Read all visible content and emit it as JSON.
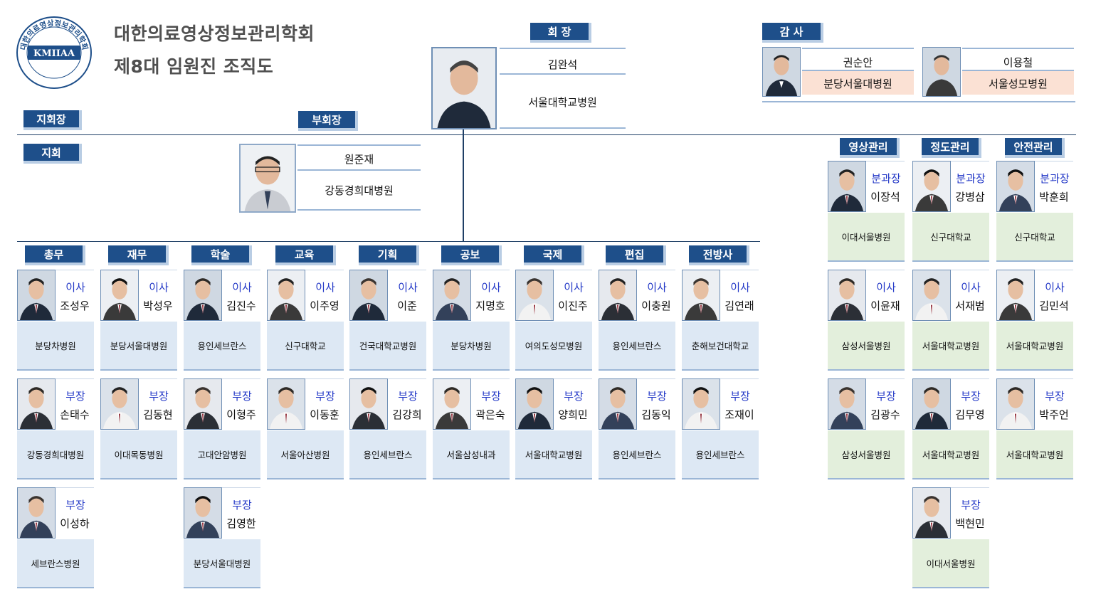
{
  "logo": {
    "ring_text": "대한의료영상정보관리학회",
    "abbr": "KMIIAA"
  },
  "title": {
    "line1": "대한의료영상정보관리학회",
    "line2": "제8대 임원진 조직도"
  },
  "colors": {
    "section_header": "#1e4f8a",
    "line": "#1f3f66",
    "role_text": "#2338c7",
    "org_blue": "#dde8f4",
    "org_green": "#e3efdc",
    "org_pink": "#fbe1d4"
  },
  "president": {
    "section": "회 장",
    "name": "김완석",
    "org": "서울대학교병원"
  },
  "auditors": {
    "section": "감 사",
    "members": [
      {
        "name": "권순안",
        "org": "분당서울대병원"
      },
      {
        "name": "이용철",
        "org": "서울성모병원"
      }
    ]
  },
  "branch_chief": {
    "section": "지회장"
  },
  "branch": {
    "section": "지회"
  },
  "vice_president": {
    "section": "부회장",
    "name": "원준재",
    "org": "강동경희대병원"
  },
  "departments": [
    {
      "name": "총무",
      "members": [
        {
          "role": "이사",
          "name": "조성우",
          "org": "분당차병원"
        },
        {
          "role": "부장",
          "name": "손태수",
          "org": "강동경희대병원"
        },
        {
          "role": "부장",
          "name": "이성하",
          "org": "세브란스병원"
        }
      ]
    },
    {
      "name": "재무",
      "members": [
        {
          "role": "이사",
          "name": "박성우",
          "org": "분당서울대병원"
        },
        {
          "role": "부장",
          "name": "김동현",
          "org": "이대목동병원"
        }
      ]
    },
    {
      "name": "학술",
      "members": [
        {
          "role": "이사",
          "name": "김진수",
          "org": "용인세브란스"
        },
        {
          "role": "부장",
          "name": "이형주",
          "org": "고대안암병원"
        },
        {
          "role": "부장",
          "name": "김영한",
          "org": "분당서울대병원"
        }
      ]
    },
    {
      "name": "교육",
      "members": [
        {
          "role": "이사",
          "name": "이주영",
          "org": "신구대학교"
        },
        {
          "role": "부장",
          "name": "이동훈",
          "org": "서울아산병원"
        }
      ]
    },
    {
      "name": "기획",
      "members": [
        {
          "role": "이사",
          "name": "이준",
          "org": "건국대학교병원"
        },
        {
          "role": "부장",
          "name": "김강희",
          "org": "용인세브란스"
        }
      ]
    },
    {
      "name": "공보",
      "members": [
        {
          "role": "이사",
          "name": "지명호",
          "org": "분당차병원"
        },
        {
          "role": "부장",
          "name": "곽은숙",
          "org": "서울삼성내과"
        }
      ]
    },
    {
      "name": "국제",
      "members": [
        {
          "role": "이사",
          "name": "이진주",
          "org": "여의도성모병원"
        },
        {
          "role": "부장",
          "name": "양희민",
          "org": "서울대학교병원"
        }
      ]
    },
    {
      "name": "편집",
      "members": [
        {
          "role": "이사",
          "name": "이충원",
          "org": "용인세브란스"
        },
        {
          "role": "부장",
          "name": "김동익",
          "org": "용인세브란스"
        }
      ]
    },
    {
      "name": "전방사",
      "members": [
        {
          "role": "이사",
          "name": "김연래",
          "org": "춘해보건대학교"
        },
        {
          "role": "부장",
          "name": "조재이",
          "org": "용인세브란스"
        }
      ]
    }
  ],
  "committees": [
    {
      "name": "영상관리",
      "members": [
        {
          "role": "분과장",
          "name": "이장석",
          "org": "이대서울병원"
        },
        {
          "role": "이사",
          "name": "이윤재",
          "org": "삼성서울병원"
        },
        {
          "role": "부장",
          "name": "김광수",
          "org": "삼성서울병원"
        }
      ]
    },
    {
      "name": "정도관리",
      "members": [
        {
          "role": "분과장",
          "name": "강병삼",
          "org": "신구대학교"
        },
        {
          "role": "이사",
          "name": "서재범",
          "org": "서울대학교병원"
        },
        {
          "role": "부장",
          "name": "김무영",
          "org": "서울대학교병원"
        },
        {
          "role": "부장",
          "name": "백현민",
          "org": "이대서울병원"
        }
      ]
    },
    {
      "name": "안전관리",
      "members": [
        {
          "role": "분과장",
          "name": "박훈희",
          "org": "신구대학교"
        },
        {
          "role": "이사",
          "name": "김민석",
          "org": "서울대학교병원"
        },
        {
          "role": "부장",
          "name": "박주언",
          "org": "서울대학교병원"
        }
      ]
    }
  ]
}
